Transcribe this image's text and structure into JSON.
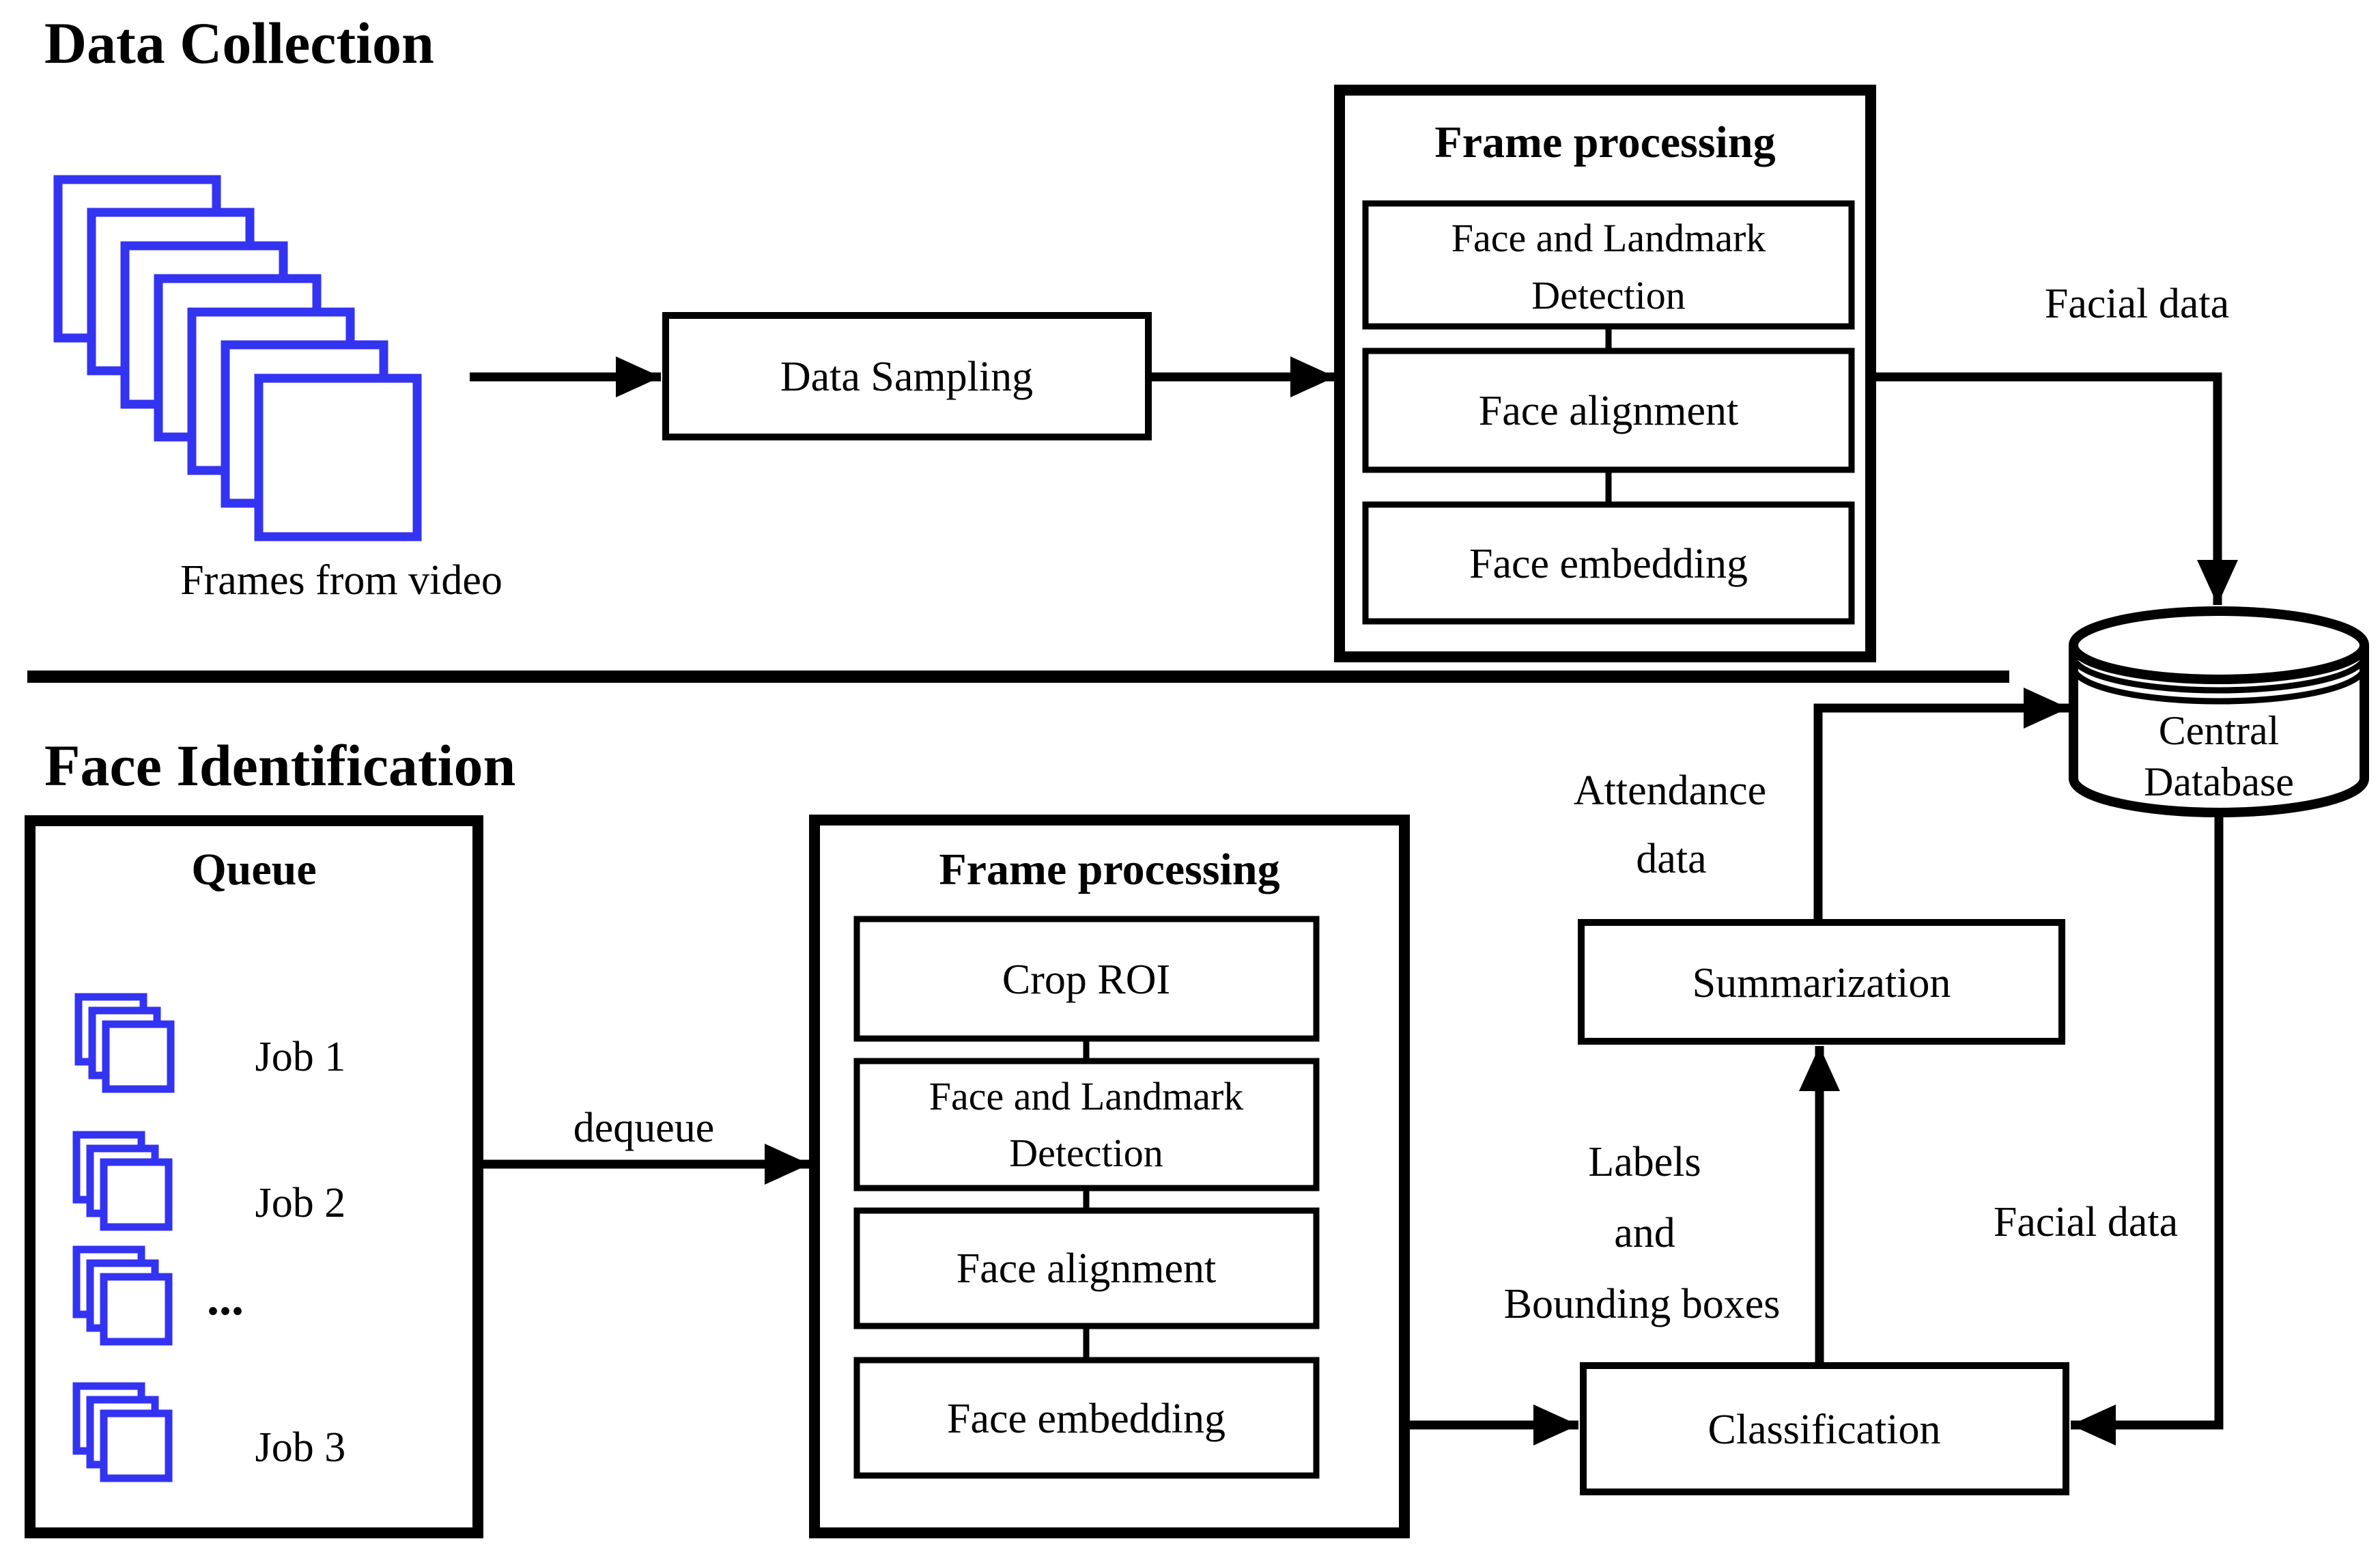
{
  "colors": {
    "frame_blue": "#3333f2",
    "ink": "#000000",
    "background": "#ffffff"
  },
  "data_collection": {
    "section_title": "Data Collection",
    "frames_caption": "Frames from video",
    "data_sampling_label": "Data Sampling",
    "frame_processing": {
      "title": "Frame processing",
      "step1_line1": "Face and Landmark",
      "step1_line2": "Detection",
      "step2": "Face alignment",
      "step3": "Face embedding"
    },
    "facial_data_label": "Facial data"
  },
  "central_database": {
    "line1": "Central",
    "line2": "Database"
  },
  "face_identification": {
    "section_title": "Face Identification",
    "queue": {
      "title": "Queue",
      "job1": "Job 1",
      "job2": "Job 2",
      "ellipsis": "...",
      "job3": "Job 3"
    },
    "dequeue_label": "dequeue",
    "frame_processing": {
      "title": "Frame processing",
      "step1": "Crop ROI",
      "step2_line1": "Face and Landmark",
      "step2_line2": "Detection",
      "step3": "Face alignment",
      "step4": "Face embedding"
    },
    "classification_label": "Classification",
    "summarization_label": "Summarization",
    "labels_annotation_line1": "Labels",
    "labels_annotation_line2": "and",
    "labels_annotation_line3": "Bounding boxes",
    "attendance_annotation_line1": "Attendance",
    "attendance_annotation_line2": "data",
    "facial_data_label": "Facial data"
  }
}
